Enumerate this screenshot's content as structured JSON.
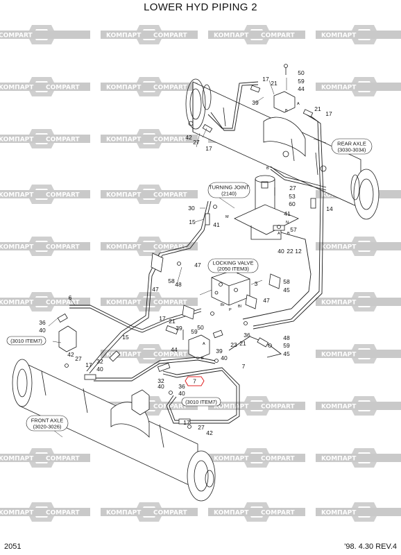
{
  "title": "LOWER HYD PIPING 2",
  "watermark": {
    "left": "KOMПАРТ",
    "right": "COMPART"
  },
  "page_number": "2051",
  "revision": "'98. 4.30 REV.4",
  "callouts": [
    {
      "id": "rear-axle",
      "lines": [
        "REAR AXLE",
        "(3030-3034)"
      ]
    },
    {
      "id": "turning-joint",
      "lines": [
        "TURNING JOINT",
        "(2140)"
      ]
    },
    {
      "id": "locking-valve",
      "lines": [
        "LOCKING VALVE",
        "(2050 ITEM3)"
      ]
    },
    {
      "id": "item-3010-left",
      "lines": [
        "(3010 ITEM7)"
      ]
    },
    {
      "id": "item-3010-bottom",
      "lines": [
        "(3010 ITEM7)"
      ]
    },
    {
      "id": "front-axle",
      "lines": [
        "FRONT AXLE",
        "(3020-3026)"
      ]
    }
  ],
  "highlighted_part": "7",
  "parts": [
    "50",
    "59",
    "44",
    "17",
    "21",
    "39",
    "21",
    "17",
    "42",
    "27",
    "17",
    "27",
    "53",
    "60",
    "41",
    "14",
    "30",
    "41",
    "15",
    "57",
    "40",
    "22",
    "12",
    "47",
    "58",
    "48",
    "58",
    "45",
    "47",
    "47",
    "3",
    "6",
    "36",
    "40",
    "17",
    "21",
    "39",
    "50",
    "59",
    "44",
    "15",
    "36",
    "21",
    "23",
    "39",
    "40",
    "48",
    "59",
    "45",
    "42",
    "27",
    "32",
    "40",
    "17",
    "32",
    "40",
    "36",
    "40",
    "7",
    "17",
    "27",
    "42"
  ],
  "port_labels": [
    "B",
    "A",
    "B",
    "M",
    "N",
    "A",
    "B",
    "Br",
    "Bl",
    "P",
    "A",
    "B"
  ],
  "colors": {
    "watermark_gray": "#c9c9c9",
    "highlight_red": "#e02020",
    "line": "#1a1a1a"
  }
}
